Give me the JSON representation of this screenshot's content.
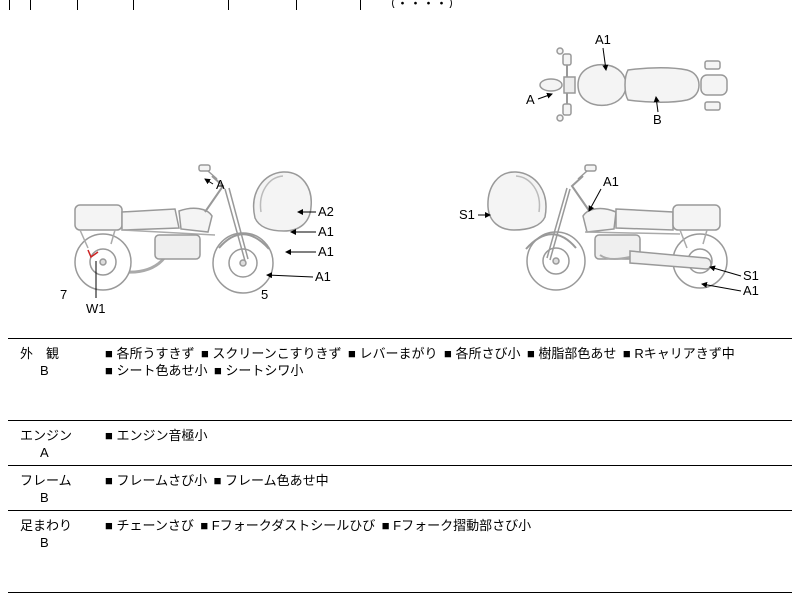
{
  "top_strip": {
    "clipped_text": "（・・・・）"
  },
  "diagrams": {
    "top_view": {
      "a1": "A1",
      "a": "A",
      "b": "B"
    },
    "left_view": {
      "a": "A",
      "a2": "A2",
      "a1_screen": "A1",
      "a1_front": "A1",
      "a1_wheel": "A1",
      "n7": "7",
      "w1": "W1",
      "n5": "5"
    },
    "right_view": {
      "a1_top": "A1",
      "s1_screen": "S1",
      "s1_rear": "S1",
      "a1_rear": "A1"
    }
  },
  "condition": {
    "bullet": "■",
    "rows": [
      {
        "label": "外　観",
        "grade": "B",
        "items": [
          "各所うすきず",
          "スクリーンこすりきず",
          "レバーまがり",
          "各所さび小",
          "樹脂部色あせ",
          "Rキャリアきず中",
          "シート色あせ小",
          "シートシワ小"
        ]
      },
      {
        "label": "エンジン",
        "grade": "A",
        "items": [
          "エンジン音極小"
        ]
      },
      {
        "label": "フレーム",
        "grade": "B",
        "items": [
          "フレームさび小",
          "フレーム色あせ中"
        ]
      },
      {
        "label": "足まわり",
        "grade": "B",
        "items": [
          "チェーンさび",
          "Fフォークダストシールひび",
          "Fフォーク摺動部さび小"
        ]
      }
    ]
  },
  "colors": {
    "line_art": "#999999",
    "annotation": "#000000",
    "red_mark": "#cc2222"
  }
}
